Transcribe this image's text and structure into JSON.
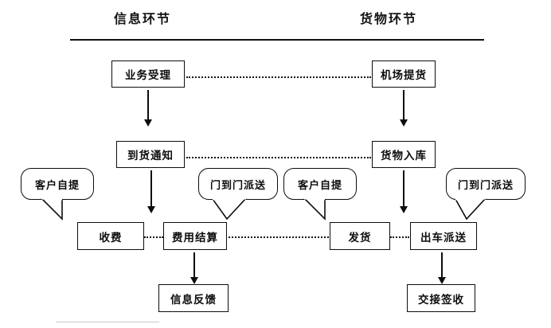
{
  "diagram": {
    "title_left": "信息环节",
    "title_right": "货物环节",
    "boxes": {
      "business_acceptance": "业务受理",
      "airport_pickup": "机场提货",
      "arrival_notice": "到货通知",
      "goods_warehousing": "货物入库",
      "charge": "收费",
      "cost_settlement": "费用结算",
      "shipment": "发货",
      "dispatch_delivery": "出车派送",
      "information_feedback": "信息反馈",
      "handover_signoff": "交接签收"
    },
    "callouts": {
      "self_pickup_left": "客户自提",
      "door_to_door_left": "门到门派送",
      "self_pickup_right": "客户自提",
      "door_to_door_right": "门到门派送"
    },
    "colors": {
      "ink": "#0d0d0d",
      "paper": "#ffffff"
    }
  }
}
